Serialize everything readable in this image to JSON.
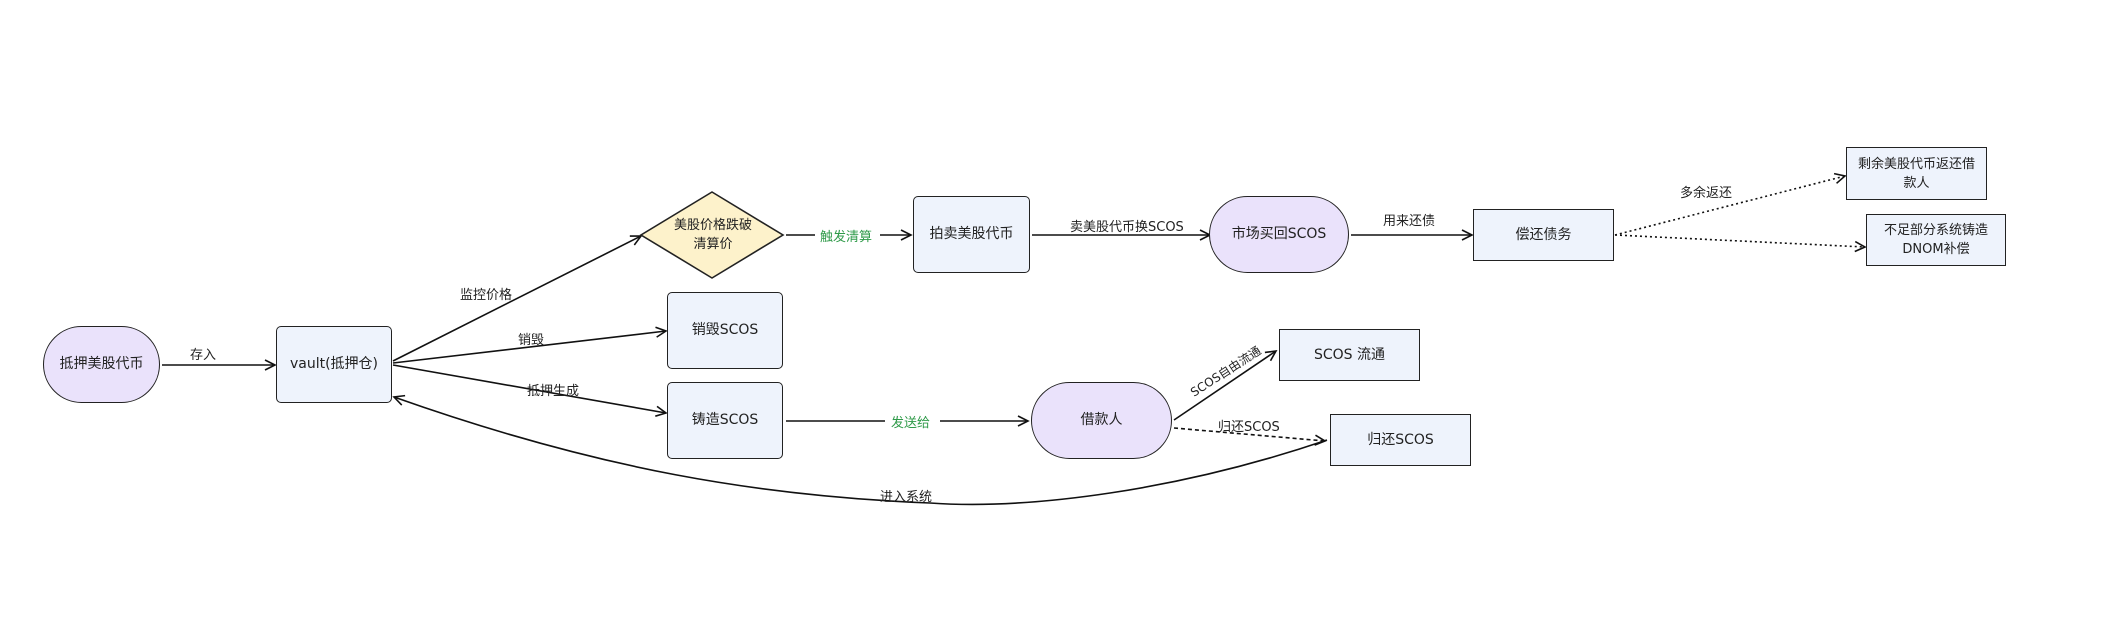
{
  "nodes": {
    "collateral": "抵押美股代币",
    "vault": "vault(抵押仓)",
    "price_drop": "美股价格跌破清算价",
    "burn": "销毁SCOS",
    "mint": "铸造SCOS",
    "auction": "拍卖美股代币",
    "buyback": "市场买回SCOS",
    "repay_debt": "偿还债务",
    "surplus": "剩余美股代币返还借款人",
    "shortfall": "不足部分系统铸造DNOM补偿",
    "borrower": "借款人",
    "circulate": "SCOS 流通",
    "return_scos": "归还SCOS"
  },
  "edges": {
    "deposit": "存入",
    "monitor": "监控价格",
    "burn": "销毁",
    "mint": "抵押生成",
    "trigger": "触发清算",
    "sell_for": "卖美股代币换SCOS",
    "use_to_repay": "用来还债",
    "surplus_return": "多余返还",
    "send_to": "发送给",
    "free_circulation": "SCOS自由流通",
    "return_scos": "归还SCOS",
    "enter_system": "进入系统"
  },
  "colors": {
    "stadium_fill": "#eae2fb",
    "box_fill": "#eef3fc",
    "diamond_fill": "#fdf2cb",
    "highlight_label": "#2e9a48"
  }
}
